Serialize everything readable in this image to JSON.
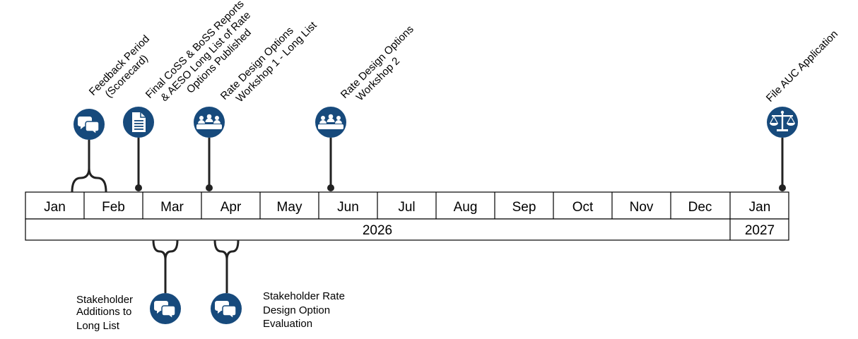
{
  "colors": {
    "accent": "#174a7c",
    "line": "#222222",
    "border": "#000000"
  },
  "months": [
    "Jan",
    "Feb",
    "Mar",
    "Apr",
    "May",
    "Jun",
    "Jul",
    "Aug",
    "Sep",
    "Oct",
    "Nov",
    "Dec",
    "Jan"
  ],
  "years": [
    "2026",
    "2027"
  ],
  "events_above": [
    {
      "lines": [
        "Feedback Period",
        "(Scorecard)"
      ],
      "icon": "speech-bubbles-icon"
    },
    {
      "lines": [
        "Final CoSS & BoSS Reports",
        "& AESO Long List of Rate",
        "Options Published"
      ],
      "icon": "document-icon"
    },
    {
      "lines": [
        "Rate Design Options",
        "Workshop 1 - Long List"
      ],
      "icon": "meeting-group-icon"
    },
    {
      "lines": [
        "Rate Design Options",
        "Workshop 2"
      ],
      "icon": "meeting-group-icon"
    },
    {
      "lines": [
        "File AUC Application"
      ],
      "icon": "scales-icon"
    }
  ],
  "events_below": [
    {
      "lines": [
        "Stakeholder",
        "Additions to",
        "Long List"
      ],
      "icon": "speech-bubbles-icon"
    },
    {
      "lines": [
        "Stakeholder Rate",
        "Design Option",
        "Evaluation"
      ],
      "icon": "speech-bubbles-icon"
    }
  ]
}
